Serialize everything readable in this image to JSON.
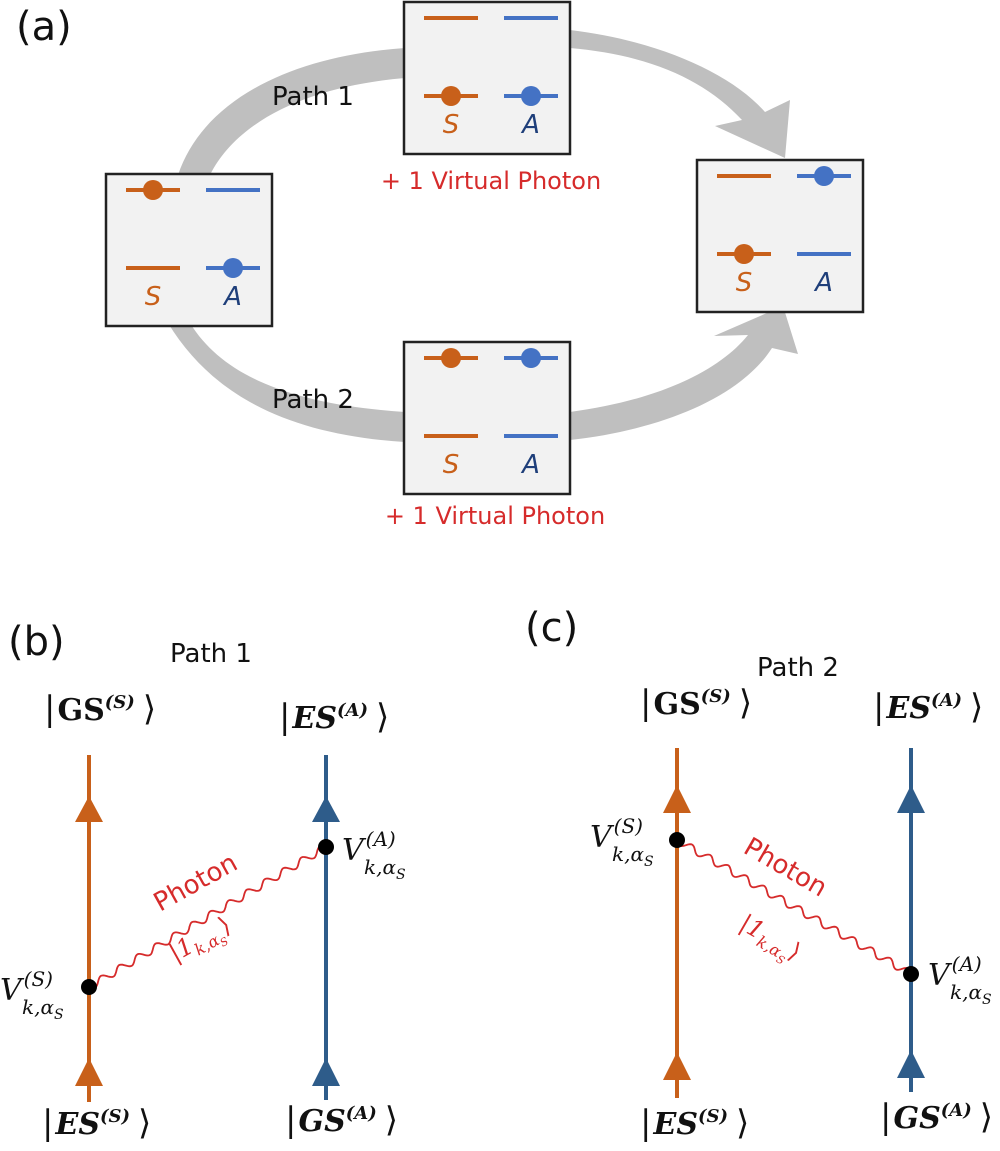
{
  "colors": {
    "symmetric": "#c8601a",
    "antisymmetric": "#4472c4",
    "line_antisym_dark": "#2e5c8a",
    "photon": "#d62b2b",
    "arrow_gray": "#bfbfbf",
    "box_fill": "#f2f2f2",
    "box_border": "#222222",
    "vertex": "#000000"
  },
  "panel_a": {
    "label": "(a)",
    "path1_label": "Path 1",
    "path2_label": "Path 2",
    "virtual_photon_top": "+ 1 Virtual Photon",
    "virtual_photon_bottom": "+ 1 Virtual Photon",
    "boxes": [
      {
        "id": "initial",
        "s_label": "S",
        "a_label": "A",
        "s_upper_occupied": true,
        "s_lower_occupied": false,
        "a_upper_occupied": false,
        "a_lower_occupied": true
      },
      {
        "id": "path1-intermediate",
        "s_label": "S",
        "a_label": "A",
        "s_upper_occupied": false,
        "s_lower_occupied": true,
        "a_upper_occupied": false,
        "a_lower_occupied": true
      },
      {
        "id": "path2-intermediate",
        "s_label": "S",
        "a_label": "A",
        "s_upper_occupied": true,
        "s_lower_occupied": false,
        "a_upper_occupied": true,
        "a_lower_occupied": false
      },
      {
        "id": "final",
        "s_label": "S",
        "a_label": "A",
        "s_upper_occupied": false,
        "s_lower_occupied": true,
        "a_upper_occupied": true,
        "a_lower_occupied": false
      }
    ]
  },
  "panel_b": {
    "label": "(b)",
    "title": "Path 1",
    "top_left_state": {
      "bar": "|",
      "name": "GS",
      "sup": "(S)",
      "close": "⟩"
    },
    "top_right_state": {
      "bar": "|",
      "name": "ES",
      "sup": "(A)",
      "close": "⟩"
    },
    "bottom_left_state": {
      "bar": "|",
      "name": "ES",
      "sup": "(S)",
      "close": "⟩"
    },
    "bottom_right_state": {
      "bar": "|",
      "name": "GS",
      "sup": "(A)",
      "close": "⟩"
    },
    "vertex_left": {
      "V": "V",
      "sup": "(S)",
      "sub": "k,α",
      "subsub": "S"
    },
    "vertex_right": {
      "V": "V",
      "sup": "(A)",
      "sub": "k,α",
      "subsub": "S"
    },
    "photon_label": "Photon",
    "photon_state": {
      "open": "|1",
      "sub": "k,α",
      "subsub": "S",
      "close": "⟩"
    }
  },
  "panel_c": {
    "label": "(c)",
    "title": "Path 2",
    "top_left_state": {
      "bar": "|",
      "name": "GS",
      "sup": "(S)",
      "close": "⟩"
    },
    "top_right_state": {
      "bar": "|",
      "name": "ES",
      "sup": "(A)",
      "close": "⟩"
    },
    "bottom_left_state": {
      "bar": "|",
      "name": "ES",
      "sup": "(S)",
      "close": "⟩"
    },
    "bottom_right_state": {
      "bar": "|",
      "name": "GS",
      "sup": "(A)",
      "close": "⟩"
    },
    "vertex_left": {
      "V": "V",
      "sup": "(S)",
      "sub": "k,α",
      "subsub": "S"
    },
    "vertex_right": {
      "V": "V",
      "sup": "(A)",
      "sub": "k,α",
      "subsub": "S"
    },
    "photon_label": "Photon",
    "photon_state": {
      "open": "|1",
      "sub": "k,α",
      "subsub": "S",
      "close": "⟩"
    }
  }
}
